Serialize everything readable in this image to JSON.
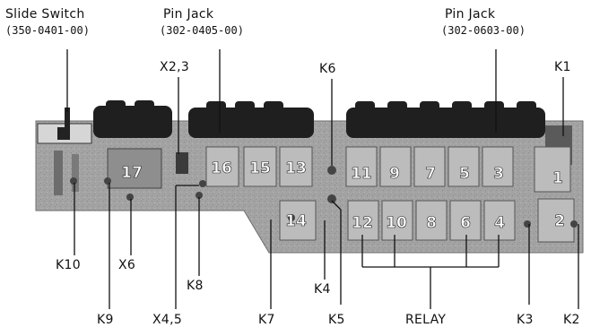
{
  "callouts": {
    "slide_switch": {
      "title": "Slide Switch",
      "part": "(350-0401-00)"
    },
    "pin_jack_center": {
      "title": "Pin Jack",
      "part": "(302-0405-00)"
    },
    "pin_jack_right": {
      "title": "Pin Jack",
      "part": "(302-0603-00)"
    },
    "x23": "X2,3",
    "k6": "K6",
    "k1": "K1",
    "k10": "K10",
    "x6": "X6",
    "k8": "K8",
    "k9": "K9",
    "x45": "X4,5",
    "k7": "K7",
    "k4": "K4",
    "k5": "K5",
    "relay": "RELAY",
    "k3": "K3",
    "k2": "K2"
  },
  "board_numbers": {
    "n17": "17",
    "n16": "16",
    "n15": "15",
    "n13": "13",
    "n11": "11",
    "n9": "9",
    "n7": "7",
    "n5": "5",
    "n3": "3",
    "n1": "1",
    "n14": "14",
    "n12": "12",
    "n10": "10",
    "n8": "8",
    "n6": "6",
    "n4": "4",
    "n2": "2"
  },
  "colors": {
    "board": "#9c9c9c",
    "board_dark": "#4a4a4a",
    "jack": "#1f1f1f",
    "relay": "#bdbdbd",
    "number": "#ffffff"
  }
}
